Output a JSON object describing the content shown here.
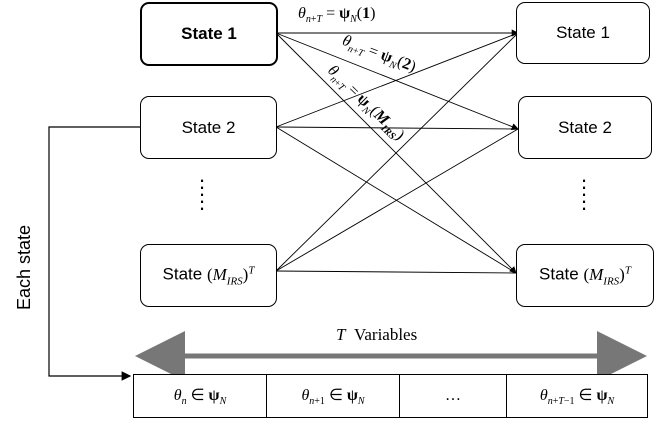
{
  "left_states": [
    "State 1",
    "State 2",
    "State (M_IRS)^T"
  ],
  "right_states": [
    "State 1",
    "State 2",
    "State (M_IRS)^T"
  ],
  "edge_labels": [
    "θn+T = ψN(1)",
    "θn+T = ψN(2)",
    "θn+T = ψN(MIRS)"
  ],
  "side_label": "Each state",
  "variables_label": "T  Variables",
  "cells": [
    "θn ∈ ψN",
    "θn+1 ∈ ψN",
    "…",
    "θn+T−1 ∈ ψN"
  ]
}
